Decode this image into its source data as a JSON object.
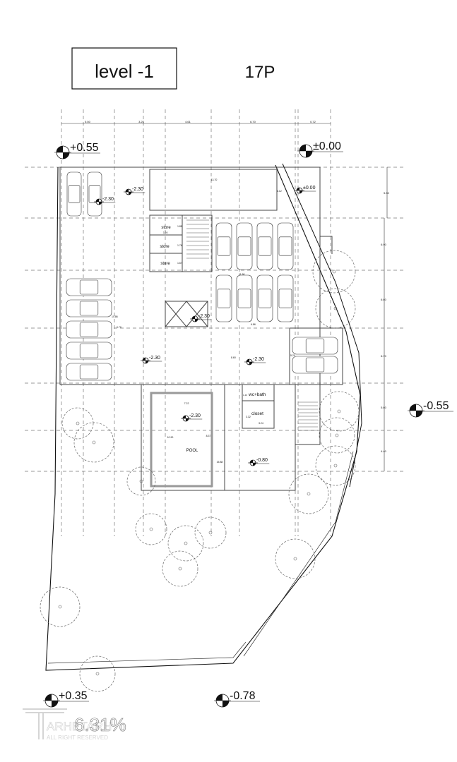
{
  "header": {
    "level_title": "level -1",
    "plan_code": "17P"
  },
  "top_dimensions": [
    "5.50",
    "3.20",
    "4.61",
    "6.70",
    "0.72"
  ],
  "right_dimensions": [
    "5.30",
    "6.90",
    "6.60",
    "6.70",
    "5.60",
    "4.40"
  ],
  "inner_dimensions": {
    "top_span": "13.70",
    "corner": "6.12",
    "left_span": "10.86",
    "left_small": "0.70",
    "parking_h": "11.60",
    "parking_w": "6.86",
    "lobby": "8.60",
    "right_small": "5.20",
    "stores_w": "3.20",
    "stair_small": "1.40"
  },
  "rooms": {
    "store_1": "store",
    "store_2": "store",
    "store_3": "store",
    "store_1_dim": "1.85",
    "store_2_dim": "1.76",
    "store_3_dim": "1.67",
    "wc": "wc+bath",
    "closet": "closet",
    "closet_h": "3.32",
    "closet_w": "3.24",
    "pool": "POOL",
    "pool_w": "7.22",
    "pool_h": "10.90",
    "pool_inner": "8.37",
    "pool_span": "15.88"
  },
  "levels": {
    "top_left": "+0.55",
    "top_right": "±0.00",
    "right": "-0.55",
    "bottom_left": "+0.35",
    "bottom_mid": "-0.78"
  },
  "inner_levels": {
    "park_a": "-2.30",
    "park_b": "-2.30",
    "entry": "±0.00",
    "lift": "-2.30",
    "hall_left": "-2.30",
    "hall_right": "-2.30",
    "pool": "-2.30",
    "terrace": "-0.80"
  },
  "watermark": {
    "brand": "ARHETARH",
    "rights": "ALL RIGHT RESERVED",
    "overlay": "6.31%"
  }
}
